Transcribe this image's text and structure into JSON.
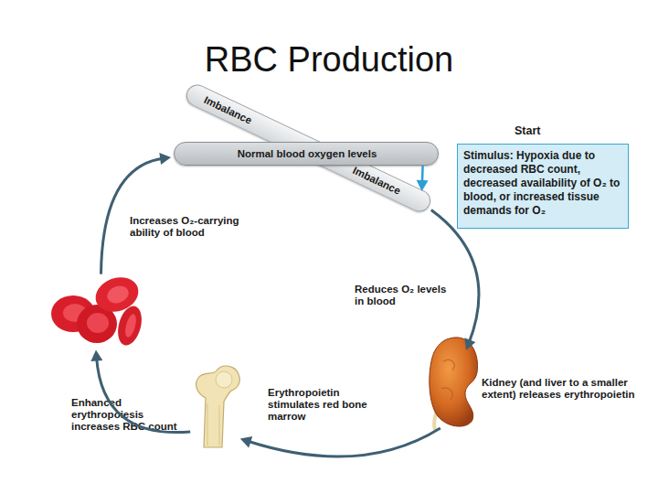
{
  "diagram": {
    "title": "RBC Production",
    "nodes": [
      {
        "text": [
          "Imbalance",
          "Imbalance"
        ]
      },
      {
        "text": [
          "Normal blood oxygen levels"
        ]
      },
      {
        "text": [
          "Start",
          "Stimulus: Hypoxia due to decreased RBC count, decreased availability of O₂ to blood, or increased tissue demands for O₂"
        ]
      },
      {
        "text": [
          "Kidney (and liver to a smaller extent) releases erythropoietin"
        ]
      },
      {
        "text": [
          "Erythropoietin stimulates red bone marrow"
        ]
      },
      {
        "text": [
          "Enhanced erythropoiesis increases RBC count"
        ]
      }
    ],
    "edges": [
      {
        "from": 1,
        "to": 0,
        "arrow": "to"
      },
      {
        "from": 0,
        "to": 3,
        "label": "Reduces O₂ levels in blood",
        "arrow": "to"
      },
      {
        "from": 3,
        "to": 4,
        "arrow": "to"
      },
      {
        "from": 4,
        "to": 5,
        "arrow": "to"
      },
      {
        "from": 5,
        "to": 1,
        "label": "Increases O₂-carrying ability of blood",
        "arrow": "to"
      }
    ]
  }
}
